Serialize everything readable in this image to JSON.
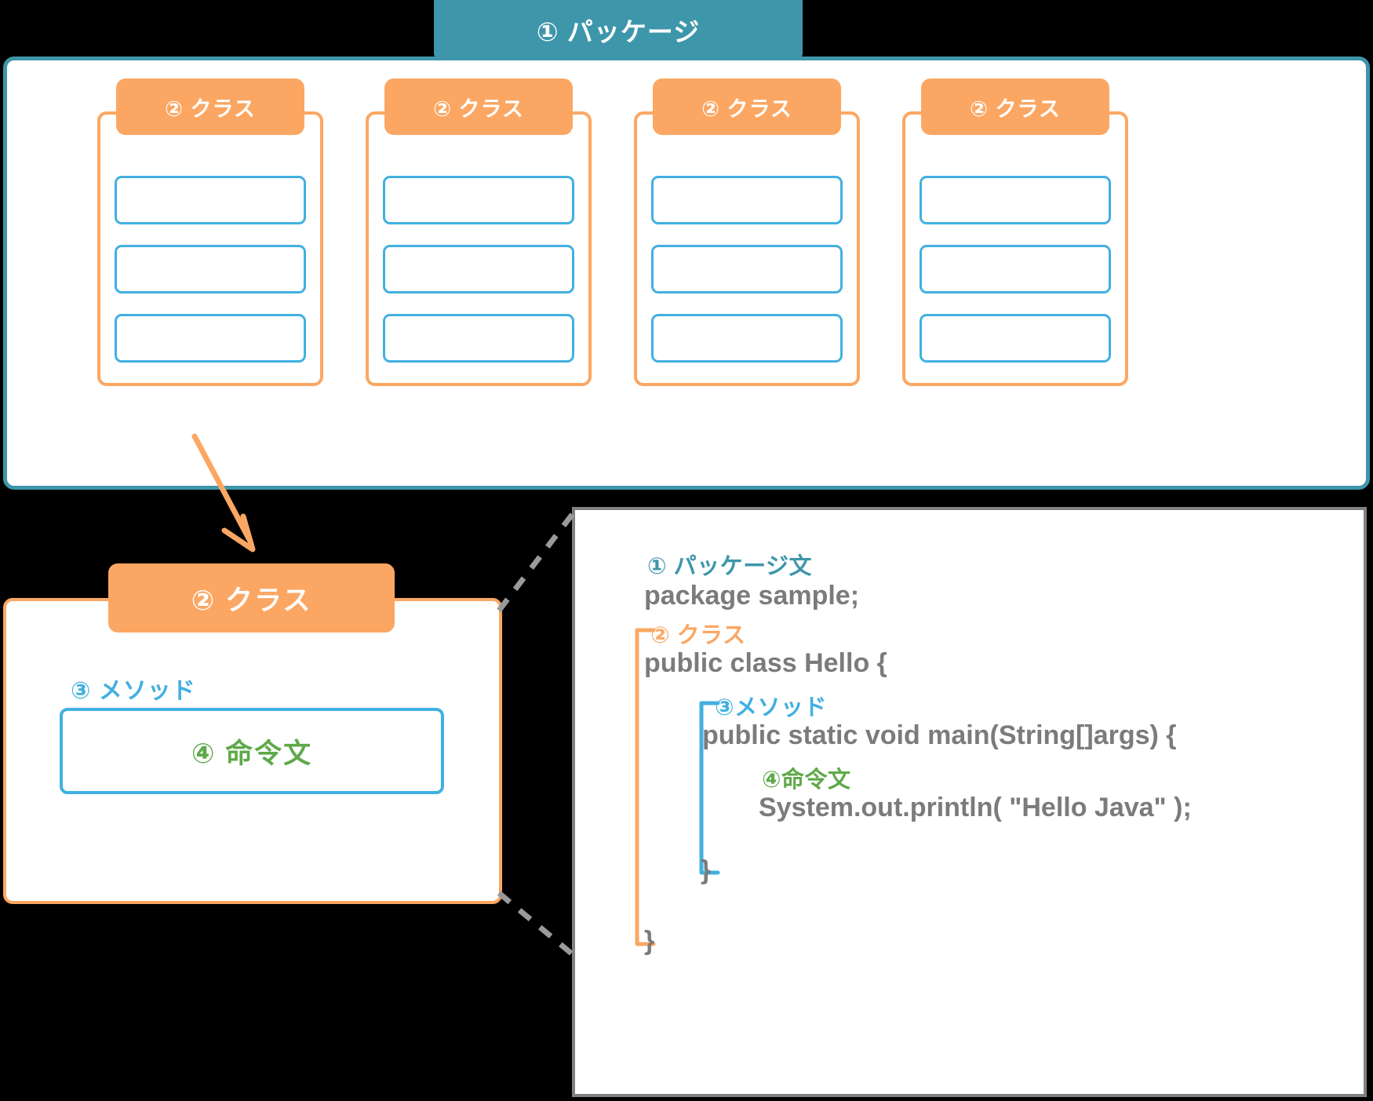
{
  "colors": {
    "teal": "#3e96aa",
    "orange": "#fba763",
    "blue": "#41b0e0",
    "green": "#5fa94a",
    "code_gray": "#7b7b7b",
    "panel_border": "#808080",
    "background": "#000000"
  },
  "package": {
    "tab_label": "① パッケージ",
    "classes": [
      {
        "tab_label": "② クラス",
        "slots": [
          "",
          "",
          ""
        ]
      },
      {
        "tab_label": "② クラス",
        "slots": [
          "",
          "",
          ""
        ]
      },
      {
        "tab_label": "② クラス",
        "slots": [
          "",
          "",
          ""
        ]
      },
      {
        "tab_label": "② クラス",
        "slots": [
          "",
          "",
          ""
        ]
      }
    ]
  },
  "detail": {
    "class_tab_label": "② クラス",
    "method_label": "③ メソッド",
    "statement_label": "④ 命令文"
  },
  "code_panel": {
    "lines": [
      {
        "id": "package-label",
        "kind": "label",
        "color": "teal",
        "text": "① パッケージ文"
      },
      {
        "id": "package-code",
        "kind": "code",
        "text": "package sample;"
      },
      {
        "id": "class-label",
        "kind": "label",
        "color": "orange",
        "text": "② クラス"
      },
      {
        "id": "class-code",
        "kind": "code",
        "text": "public class Hello {"
      },
      {
        "id": "method-label",
        "kind": "label",
        "color": "blue",
        "text": "③メソッド"
      },
      {
        "id": "method-code",
        "kind": "code",
        "text": "public static void main(String[]args) {"
      },
      {
        "id": "statement-label",
        "kind": "label",
        "color": "green",
        "text": "④命令文"
      },
      {
        "id": "statement-code",
        "kind": "code",
        "text": "System.out.println( \"Hello Java\" );"
      },
      {
        "id": "method-close",
        "kind": "code",
        "text": "}"
      },
      {
        "id": "class-close",
        "kind": "code",
        "text": "}"
      }
    ]
  }
}
